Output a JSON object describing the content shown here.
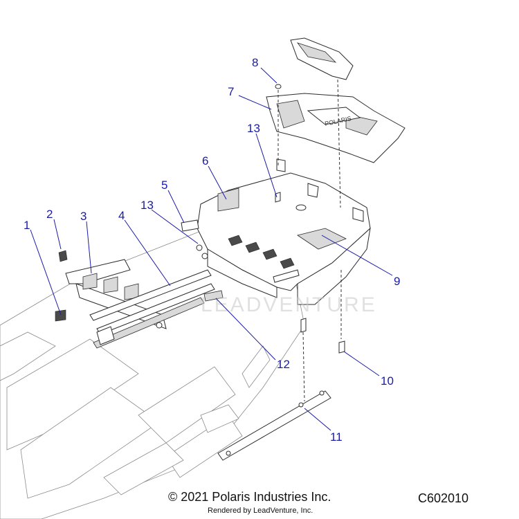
{
  "diagram": {
    "watermark": "LEADVENTURE",
    "callouts": [
      "1",
      "2",
      "3",
      "4",
      "5",
      "6",
      "7",
      "8",
      "9",
      "10",
      "11",
      "12",
      "13",
      "13"
    ]
  },
  "footer": {
    "copyright": "© 2021 Polaris Industries Inc.",
    "rendered_by": "Rendered by LeadVenture, Inc.",
    "code": "C602010"
  },
  "colors": {
    "callout": "#1a1aa8",
    "line": "#2a2a2a",
    "shade": "#d9d9d9"
  }
}
